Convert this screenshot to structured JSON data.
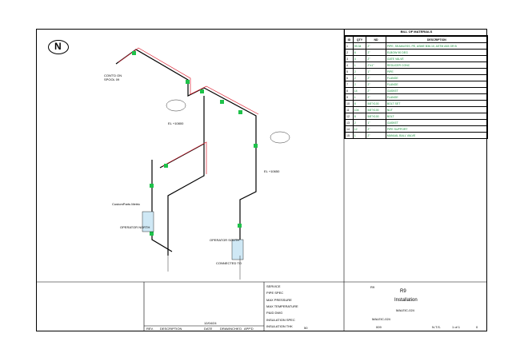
{
  "north": {
    "label": "N"
  },
  "bom": {
    "title": "BILL OF MATERIALS",
    "headers": [
      "ID",
      "QTY",
      "ND",
      "DESCRIPTION"
    ],
    "rows": [
      [
        "1",
        "99.34",
        "2\"",
        "PIPE, SEAMLESS, PE, ASME B36.10, ASTM A53 GR B"
      ],
      [
        "2",
        "6",
        "2\"",
        "ELBOW 90 DEG"
      ],
      [
        "3",
        "4",
        "2\"",
        "GATE VALVE"
      ],
      [
        "4",
        "1",
        "2\"x1\"",
        "REDUCER CONC"
      ],
      [
        "5",
        "2",
        "1\"",
        "PIPE"
      ],
      [
        "6",
        "2",
        "2\"",
        "FLANGE"
      ],
      [
        "7",
        "2",
        "2\"",
        "FLANGE"
      ],
      [
        "8",
        "14",
        "2\"",
        "GASKET"
      ],
      [
        "9",
        "1",
        "2\"",
        "FLANGE"
      ],
      [
        "10",
        "8",
        "5/8\"X100",
        "BOLT SET"
      ],
      [
        "11",
        "104",
        "5/8\"X100",
        "NUT"
      ],
      [
        "12",
        "8",
        "5/8\"X100",
        "BOLT"
      ],
      [
        "13",
        "2",
        "1\"",
        "GASKET"
      ],
      [
        "14",
        "12",
        "2\"",
        "PIPE SUPPORT"
      ],
      [
        "15",
        "1",
        "2\"",
        "MANUAL BALL VALVE"
      ]
    ]
  },
  "annotations": [
    "CONT'D ON",
    "SPOOL 09",
    "CustomParts Metric",
    "OPERATOR NORTH",
    "OPERATOR SOUTH",
    "CONNECTED TO",
    "EL +10800",
    "EL +10650"
  ],
  "title_block": {
    "fields": [
      "SERVICE",
      "PIPE SPEC",
      "MAX PRESSURE",
      "MAX TEMPERATURE",
      "P&ID DWG",
      "INSULATION SPEC",
      "INSULATION THK"
    ],
    "insulation_thk_value": "50",
    "project": "R9",
    "title": "Installation",
    "drawing_number": "MALEIC-024",
    "line_number": "MALEIC-024",
    "job_number": "009",
    "scale": "N.T.S.",
    "sheet": "1 of 1",
    "rev": "0",
    "date": "12/04/24",
    "revision_headers": [
      "REV.",
      "DESCRIPTION",
      "DATE",
      "DRAWN",
      "CHK'D",
      "APP'D"
    ]
  }
}
